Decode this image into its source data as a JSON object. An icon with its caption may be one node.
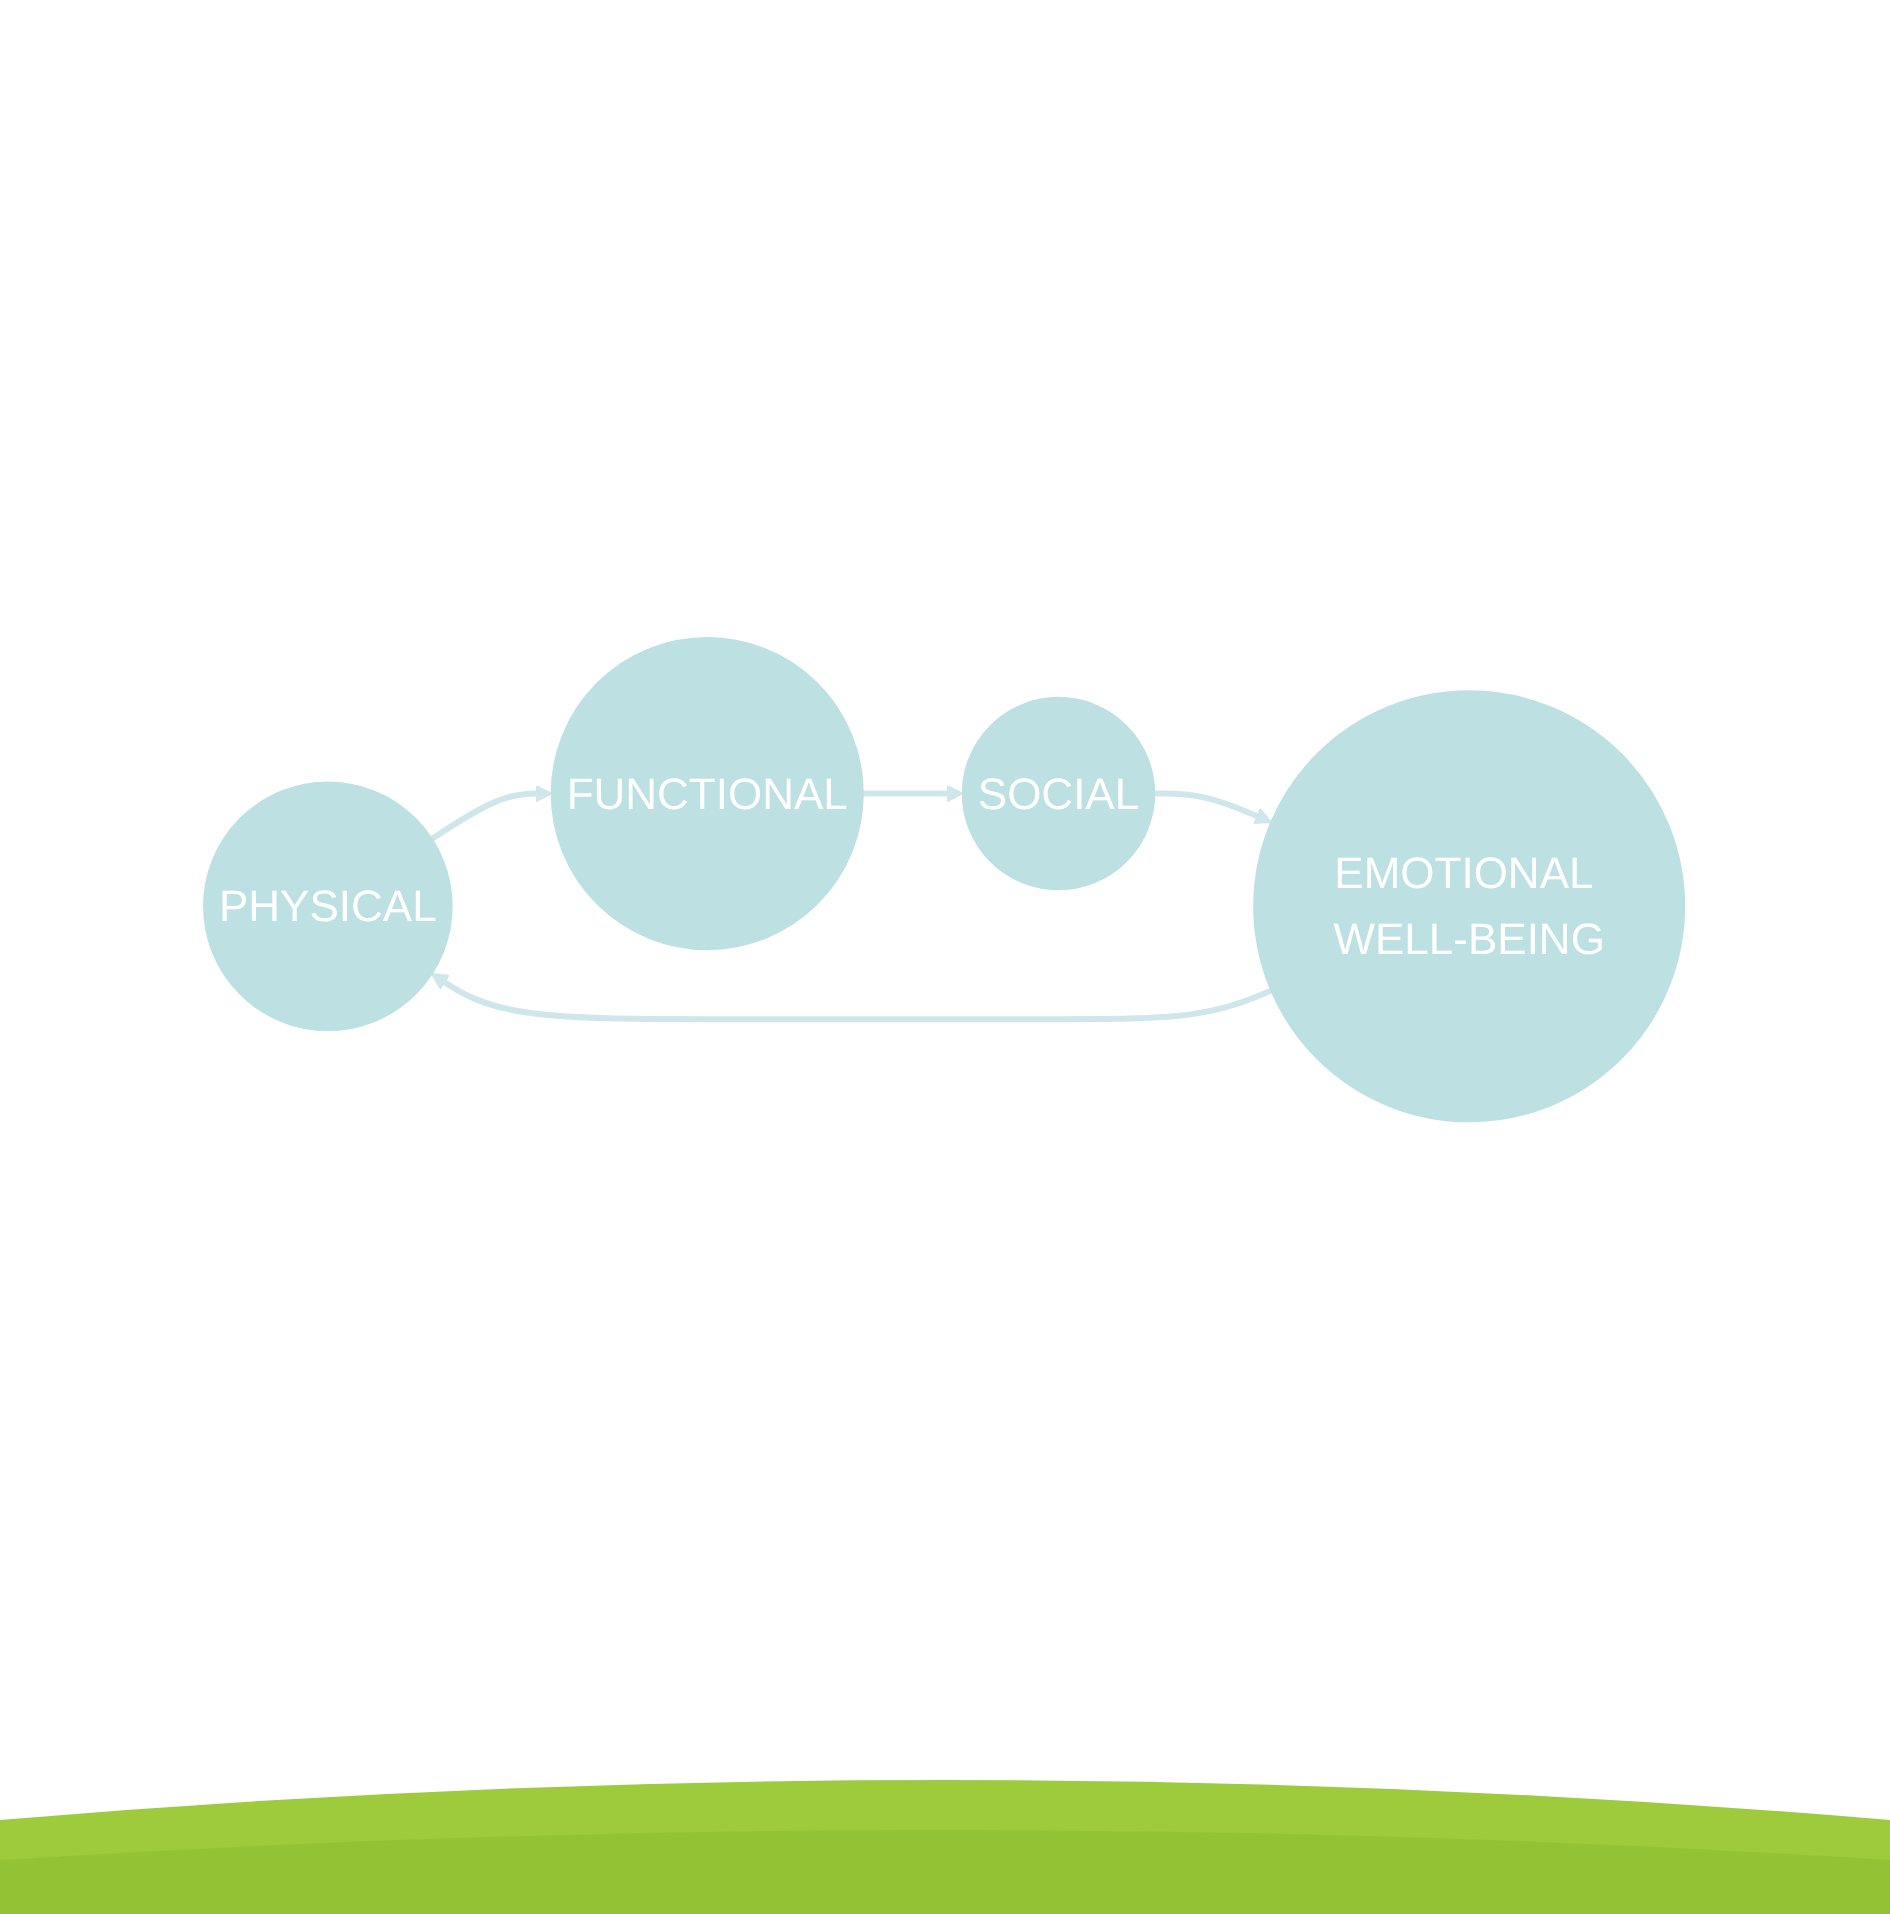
{
  "diagram": {
    "nodes": [
      {
        "text": [
          "PHYSICAL"
        ]
      },
      {
        "text": [
          "FUNCTIONAL"
        ]
      },
      {
        "text": [
          "SOCIAL"
        ]
      },
      {
        "text": [
          "EMOTIONAL WELL-BEING"
        ]
      }
    ],
    "edges": [
      {
        "from": 0,
        "to": 1,
        "arrow": "to"
      },
      {
        "from": 1,
        "to": 2,
        "arrow": "to"
      },
      {
        "from": 2,
        "to": 3,
        "arrow": "to"
      },
      {
        "from": 3,
        "to": 0,
        "arrow": "to"
      }
    ]
  }
}
